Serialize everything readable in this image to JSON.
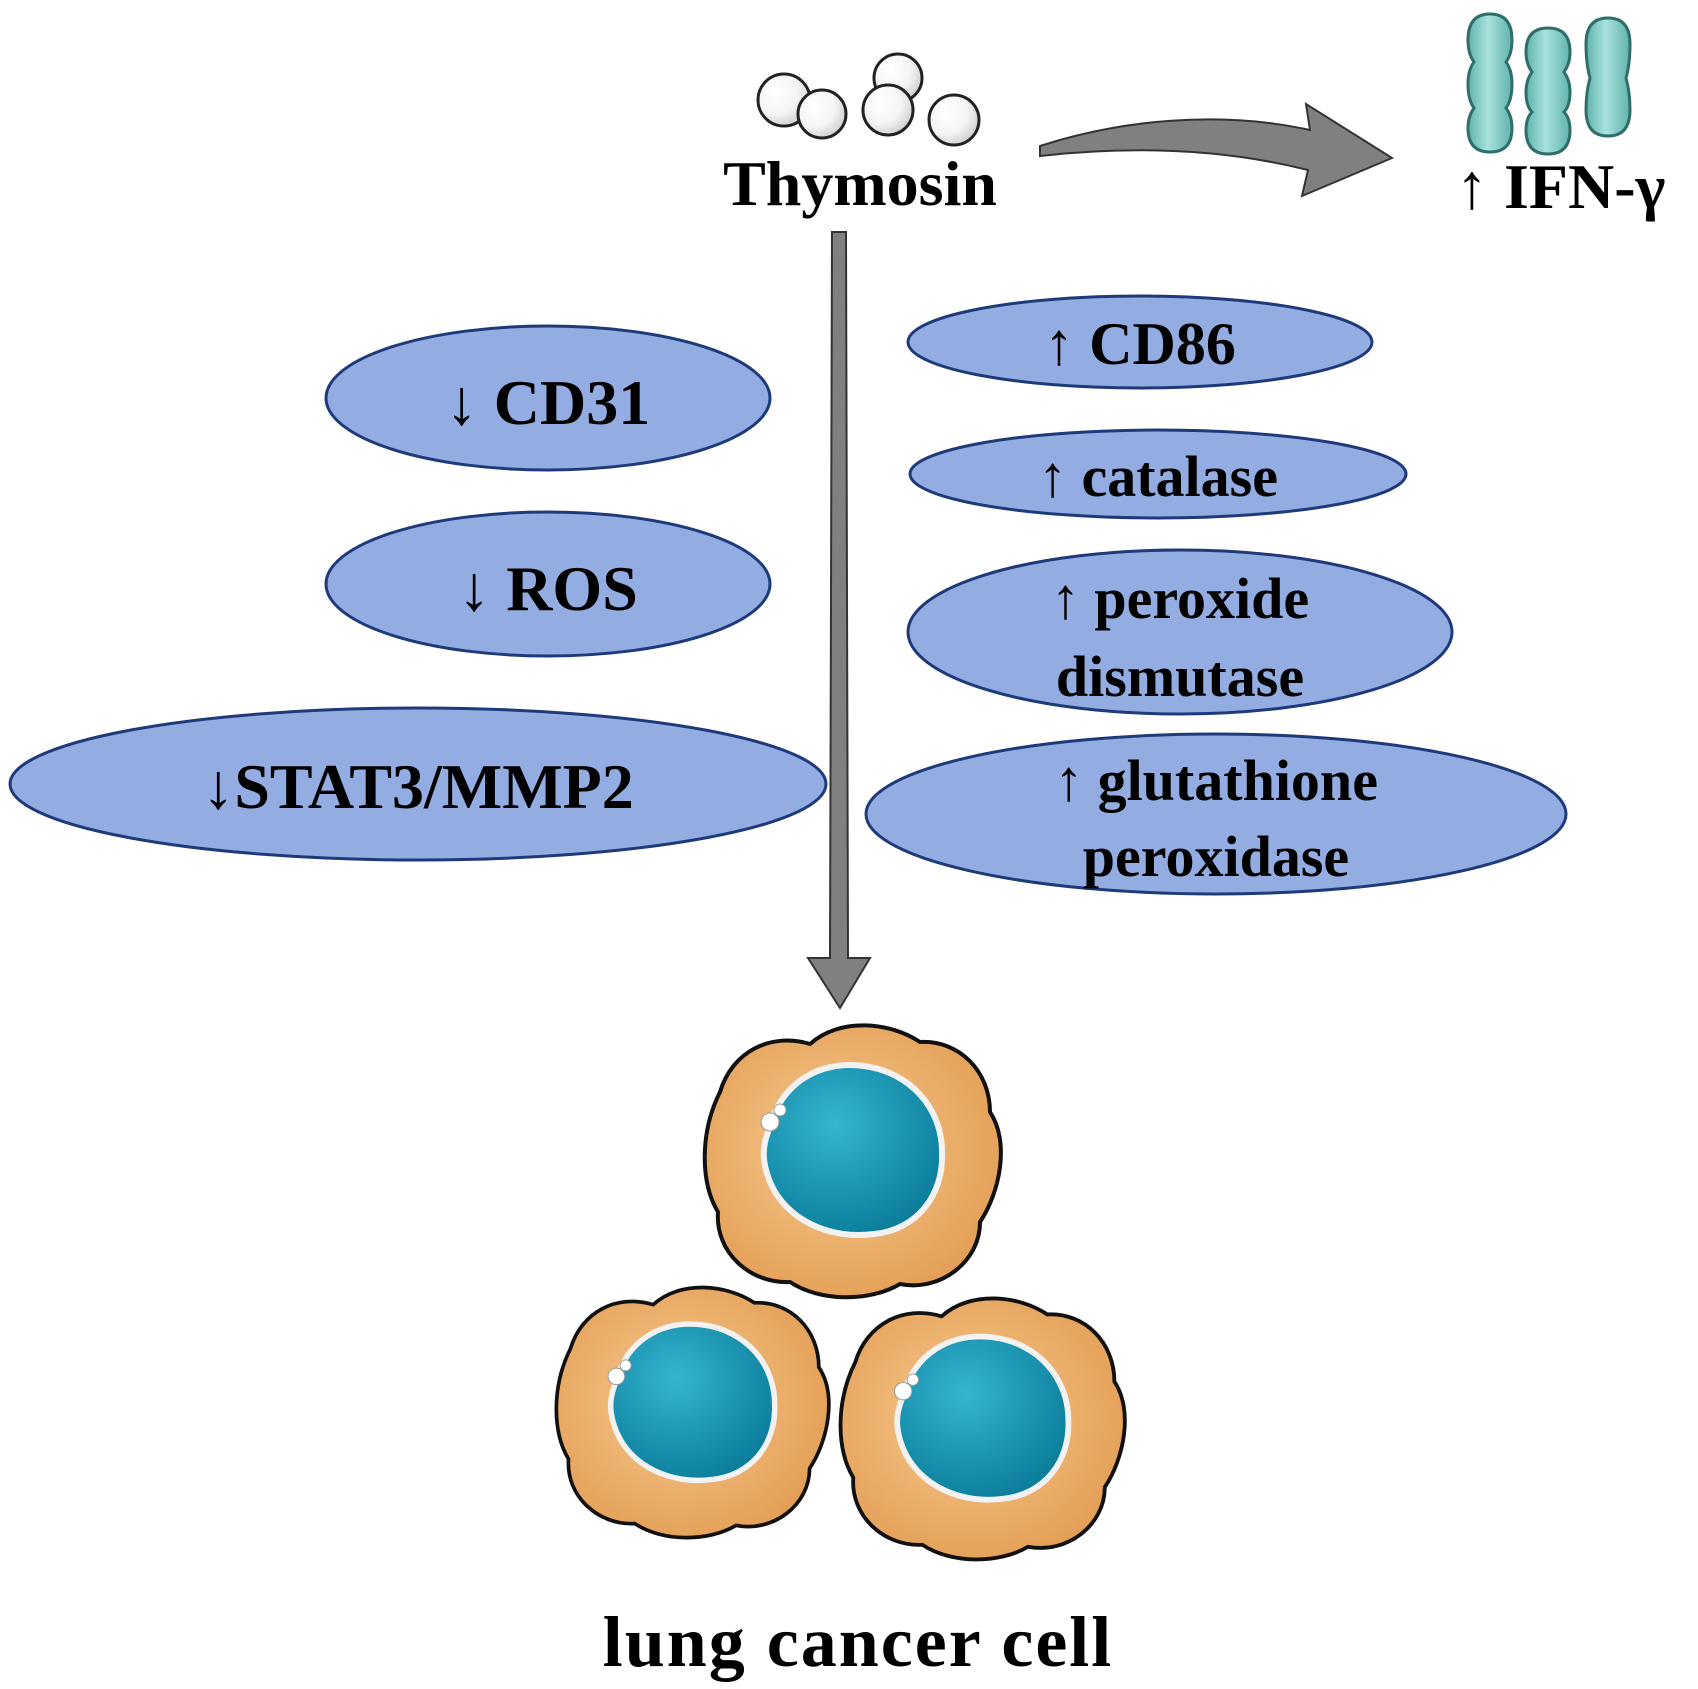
{
  "title_label": "Thymosin",
  "output_label": "↑ IFN-γ",
  "bottom_label": "lung cancer cell",
  "decreased": [
    {
      "lines": [
        "↓ CD31"
      ]
    },
    {
      "lines": [
        "↓ ROS"
      ]
    },
    {
      "lines": [
        "↓STAT3/MMP2"
      ]
    }
  ],
  "increased": [
    {
      "lines": [
        "↑ CD86"
      ]
    },
    {
      "lines": [
        "↑ catalase"
      ]
    },
    {
      "lines": [
        "↑ peroxide",
        "dismutase"
      ]
    },
    {
      "lines": [
        "↑ glutathione",
        "peroxidase"
      ]
    }
  ],
  "colors": {
    "ellipse_fill": "#93ACE2",
    "ellipse_stroke": "#1F3A7A",
    "arrow_fill": "#808080",
    "cell_cytoplasm": "#EFB06A",
    "cell_nucleus": "#0F8FAF",
    "ifn_molecule": "#7CC7C0"
  },
  "icons": {
    "thymosin": "thymosin-spheres-icon",
    "ifn": "ifn-gamma-molecule-icon",
    "cell": "lung-cancer-cell-icon"
  }
}
